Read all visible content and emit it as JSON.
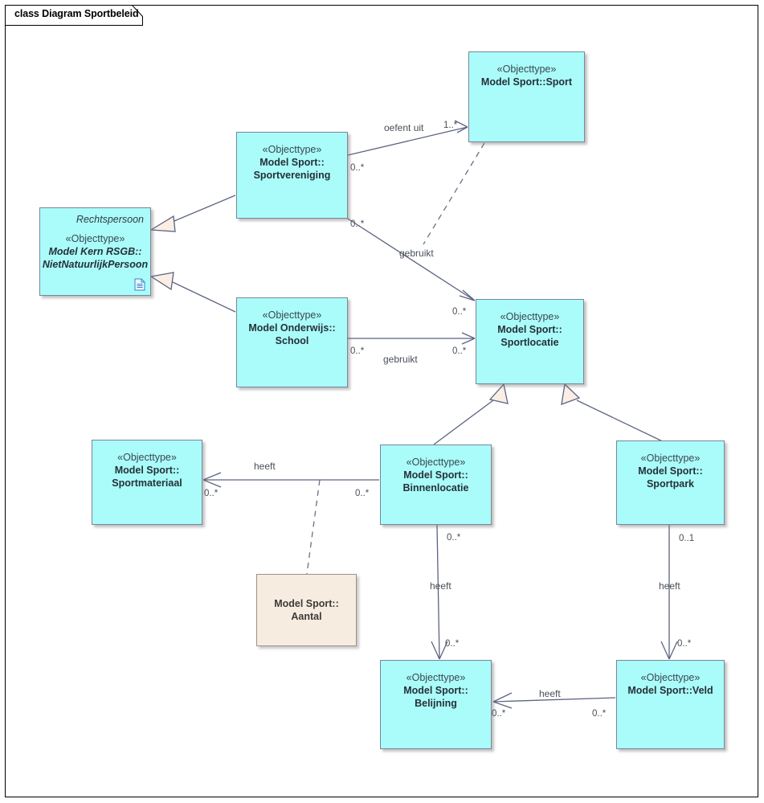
{
  "diagram": {
    "title": "class Diagram Sportbeleid",
    "kind": "uml-class-diagram",
    "colors": {
      "class_fill": "#aafcfa",
      "class_border": "#7a8597",
      "note_fill": "#f7ece0",
      "note_border": "#9b9189",
      "edge": "#5c6480",
      "generalization_fill": "#fbeee4",
      "canvas": "#ffffff"
    }
  },
  "classes": [
    {
      "id": "sport",
      "stereotype": "«Objecttype»",
      "name": "Model Sport::Sport",
      "abstract": false
    },
    {
      "id": "sportvereniging",
      "stereotype": "«Objecttype»",
      "name": "Model Sport::\nSportvereniging",
      "abstract": false
    },
    {
      "id": "nietnatuurlijkpersoon",
      "topname": "Rechtspersoon",
      "stereotype": "«Objecttype»",
      "name": "Model Kern RSGB::\nNietNatuurlijkPersoon",
      "abstract": true,
      "icon": "document-icon"
    },
    {
      "id": "school",
      "stereotype": "«Objecttype»",
      "name": "Model Onderwijs::\nSchool",
      "abstract": false
    },
    {
      "id": "sportlocatie",
      "stereotype": "«Objecttype»",
      "name": "Model Sport::\nSportlocatie",
      "abstract": false
    },
    {
      "id": "sportmateriaal",
      "stereotype": "«Objecttype»",
      "name": "Model Sport::\nSportmateriaal",
      "abstract": false
    },
    {
      "id": "binnenlocatie",
      "stereotype": "«Objecttype»",
      "name": "Model Sport::\nBinnenlocatie",
      "abstract": false
    },
    {
      "id": "sportpark",
      "stereotype": "«Objecttype»",
      "name": "Model Sport::\nSportpark",
      "abstract": false
    },
    {
      "id": "belijning",
      "stereotype": "«Objecttype»",
      "name": "Model Sport::\nBelijning",
      "abstract": false
    },
    {
      "id": "veld",
      "stereotype": "«Objecttype»",
      "name": "Model Sport::Veld",
      "abstract": false
    }
  ],
  "notes": [
    {
      "id": "aantal",
      "name": "Model Sport::\nAantal"
    }
  ],
  "relationships": [
    {
      "id": "r1",
      "type": "association",
      "from": "sportvereniging",
      "to": "sport",
      "label": "oefent uit",
      "source_multiplicity": "0..*",
      "target_multiplicity": "1..*"
    },
    {
      "id": "r2",
      "type": "association",
      "from": "sportvereniging",
      "to": "sportlocatie",
      "label": "gebruikt",
      "source_multiplicity": "0..*",
      "target_multiplicity": "0..*"
    },
    {
      "id": "r3",
      "type": "dependency",
      "from": "sport",
      "to": "gebruikt",
      "label": ""
    },
    {
      "id": "r4",
      "type": "generalization",
      "from": "sportvereniging",
      "to": "nietnatuurlijkpersoon",
      "label": ""
    },
    {
      "id": "r5",
      "type": "generalization",
      "from": "school",
      "to": "nietnatuurlijkpersoon",
      "label": ""
    },
    {
      "id": "r6",
      "type": "association",
      "from": "school",
      "to": "sportlocatie",
      "label": "gebruikt",
      "source_multiplicity": "0..*",
      "target_multiplicity": "0..*"
    },
    {
      "id": "r7",
      "type": "generalization",
      "from": "binnenlocatie",
      "to": "sportlocatie",
      "label": ""
    },
    {
      "id": "r8",
      "type": "generalization",
      "from": "sportpark",
      "to": "sportlocatie",
      "label": ""
    },
    {
      "id": "r9",
      "type": "association",
      "from": "binnenlocatie",
      "to": "sportmateriaal",
      "label": "heeft",
      "source_multiplicity": "0..*",
      "target_multiplicity": "0..*"
    },
    {
      "id": "r10",
      "type": "dependency",
      "from": "heeft-binnenlocatie-sportmateriaal",
      "to": "aantal",
      "label": ""
    },
    {
      "id": "r11",
      "type": "association",
      "from": "binnenlocatie",
      "to": "belijning",
      "label": "heeft",
      "source_multiplicity": "0..*",
      "target_multiplicity": "0..*"
    },
    {
      "id": "r12",
      "type": "association",
      "from": "sportpark",
      "to": "veld",
      "label": "heeft",
      "source_multiplicity": "0..1",
      "target_multiplicity": "0..*"
    },
    {
      "id": "r13",
      "type": "association",
      "from": "veld",
      "to": "belijning",
      "label": "heeft",
      "source_multiplicity": "0..*",
      "target_multiplicity": "0..*"
    }
  ],
  "edge_labels": {
    "oefent_uit": "oefent uit",
    "gebruikt_vereniging": "gebruikt",
    "gebruikt_school": "gebruikt",
    "heeft_sportmateriaal": "heeft",
    "heeft_belijning": "heeft",
    "heeft_veld": "heeft",
    "heeft_veld_belijning": "heeft"
  },
  "multiplicities": {
    "sportvereniging_sport": "0..*",
    "sport_target": "1..*",
    "sportvereniging_sportlocatie": "0..*",
    "sportlocatie_from_vereniging": "0..*",
    "school_sportlocatie": "0..*",
    "sportlocatie_from_school": "0..*",
    "sportmateriaal_end": "0..*",
    "binnenlocatie_materiaal_end": "0..*",
    "binnenlocatie_belijning_end": "0..*",
    "belijning_from_binnenlocatie": "0..*",
    "sportpark_veld_end": "0..1",
    "veld_from_sportpark": "0..*",
    "belijning_from_veld": "0..*",
    "veld_belijning_end": "0..*"
  }
}
